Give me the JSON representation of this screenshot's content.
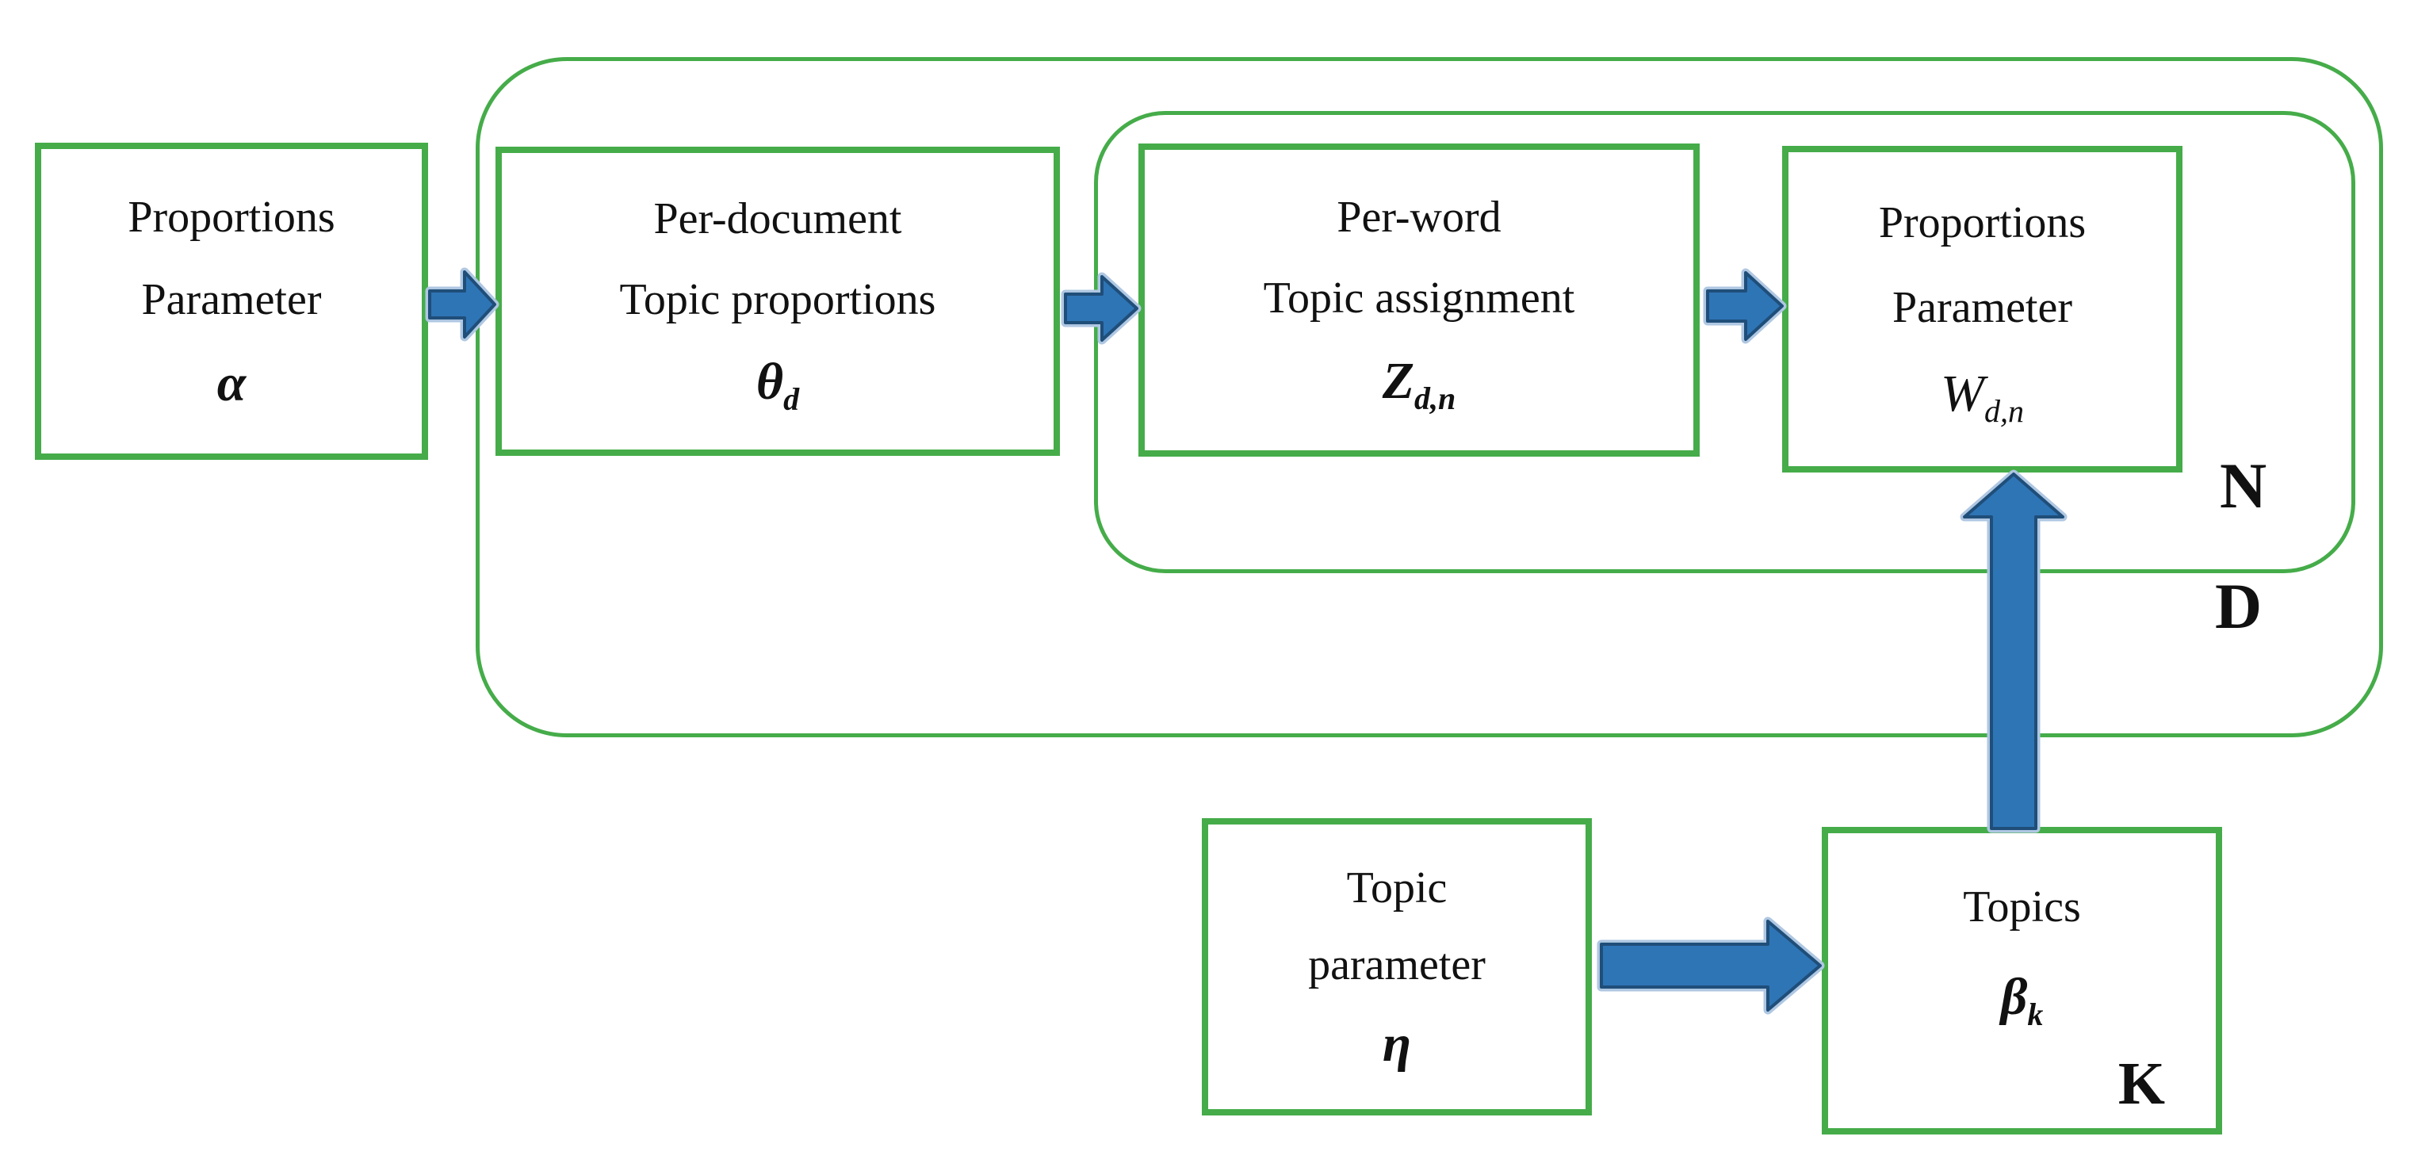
{
  "title": "LDA plate notation diagram",
  "colors": {
    "box_border_green": "#45AC49",
    "plate_border_green": "#45AC49",
    "arrow_fill_blue": "#2E75B6",
    "arrow_outline_navy": "#1F4E79",
    "text": "#111111",
    "background": "#FFFFFF"
  },
  "nodes": {
    "alpha": {
      "line1": "Proportions",
      "line2": "Parameter",
      "symbol": "α",
      "subscript": ""
    },
    "theta": {
      "line1": "Per-document",
      "line2": "Topic proportions",
      "symbol": "θ",
      "subscript": "d"
    },
    "z": {
      "line1": "Per-word",
      "line2": "Topic assignment",
      "symbol": "Z",
      "subscript": "d,n"
    },
    "w": {
      "line1": "Proportions",
      "line2": "Parameter",
      "symbol": "W",
      "subscript": "d,n"
    },
    "eta": {
      "line1": "Topic",
      "line2": "parameter",
      "symbol": "η",
      "subscript": ""
    },
    "beta": {
      "line1": "Topics",
      "symbol": "β",
      "subscript": "k"
    }
  },
  "plate_labels": {
    "inner_word_plate": "N",
    "outer_document_plate": "D",
    "topics_plate": "K"
  },
  "arrows": [
    {
      "name": "alpha-to-theta",
      "direction": "right"
    },
    {
      "name": "theta-to-z",
      "direction": "right"
    },
    {
      "name": "z-to-w",
      "direction": "right"
    },
    {
      "name": "eta-to-beta",
      "direction": "right"
    },
    {
      "name": "beta-to-w",
      "direction": "up"
    }
  ]
}
